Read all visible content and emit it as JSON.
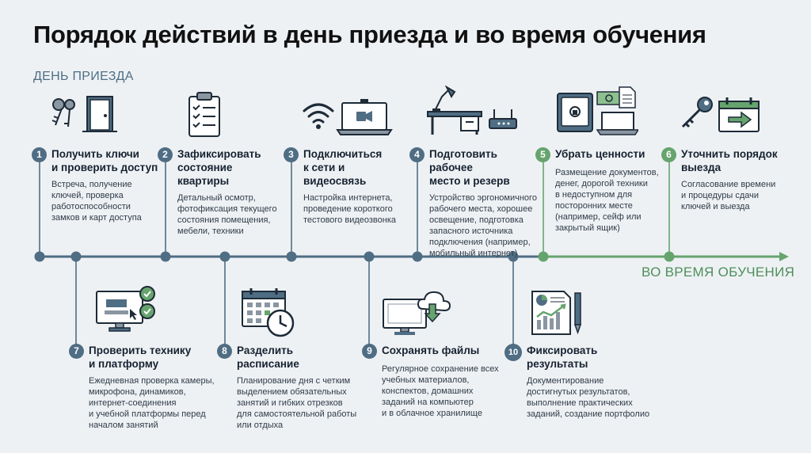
{
  "title": "Порядок действий в день приезда и во время обучения",
  "label_arrival": "ДЕНЬ ПРИЕЗДА",
  "label_study": "ВО ВРЕМЯ ОБУЧЕНИЯ",
  "colors": {
    "primary": "#4f6d83",
    "green": "#66a46e",
    "text": "#162230",
    "background": "#eef1f4"
  },
  "steps_top": [
    {
      "num": "1",
      "title": "Получить ключи\nи проверить доступ",
      "desc": "Встреча, получение\nключей, проверка\nработоспособности\nзамков и карт доступа",
      "icon": "keys-door-icon"
    },
    {
      "num": "2",
      "title": "Зафиксировать\nсостояние квартиры",
      "desc": "Детальный осмотр,\nфотофиксация текущего\nсостояния помещения,\nмебели, техники",
      "icon": "clipboard-checklist-icon"
    },
    {
      "num": "3",
      "title": "Подключиться\nк сети и видеосвязь",
      "desc": "Настройка интернета,\nпроведение короткого\nтестового видеозвонка",
      "icon": "wifi-laptop-video-icon"
    },
    {
      "num": "4",
      "title": "Подготовить рабочее\nместо и резерв",
      "desc": "Устройство эргономичного\nрабочего места, хорошее\nосвещение, подготовка\nзапасного источника\nподключения (например,\nмобильный интернет)",
      "icon": "desk-lamp-router-icon"
    },
    {
      "num": "5",
      "title": "Убрать ценности",
      "desc": "Размещение документов,\nденег, дорогой техники\nв недоступном для\nпосторонних месте\n(например, сейф или\nзакрытый ящик)",
      "icon": "safe-money-laptop-icon"
    },
    {
      "num": "6",
      "title": "Уточнить порядок\nвыезда",
      "desc": "Согласование времени\nи процедуры сдачи\nключей и выезда",
      "icon": "key-calendar-exit-icon"
    }
  ],
  "steps_bottom": [
    {
      "num": "7",
      "title": "Проверить технику\nи платформу",
      "desc": "Ежедневная проверка камеры,\nмикрофона, динамиков,\nинтернет-соединения\nи учебной платформы перед\nначалом занятий",
      "icon": "monitor-checks-icon"
    },
    {
      "num": "8",
      "title": "Разделить\nрасписание",
      "desc": "Планирование дня с четким\nвыделением обязательных\nзанятий и гибких отрезков\nдля самостоятельной работы\nили отдыха",
      "icon": "calendar-clock-icon"
    },
    {
      "num": "9",
      "title": "Сохранять файлы",
      "desc": "Регулярное сохранение всех\nучебных материалов,\nконспектов, домашних\nзаданий на компьютер\nи в облачное хранилище",
      "icon": "monitor-cloud-download-icon"
    },
    {
      "num": "10",
      "title": "Фиксировать\nрезультаты",
      "desc": "Документирование\nдостигнутых результатов,\nвыполнение практических\nзаданий,  создание портфолио",
      "icon": "chart-document-pen-icon"
    }
  ]
}
